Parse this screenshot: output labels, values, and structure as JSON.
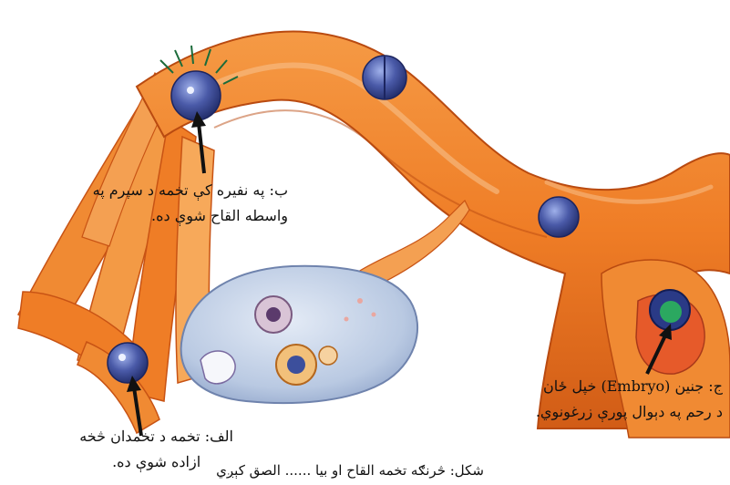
{
  "labels": {
    "a": {
      "line1": "الف: تخمه د تخمدان څخه",
      "line2": "ازاده شوې ده."
    },
    "b": {
      "line1": "ب: په نفیره کې تخمه د سپرم په",
      "line2": "واسطه القاح شوې ده."
    },
    "c": {
      "line1": "ج: جنین (Embryo) خپل ځان",
      "line2": "د رحم په دېوال پورې زرغونوي."
    }
  },
  "caption": "شکل: څرنګه تخمه القاح او بیا ...... الصق کېږي",
  "colors": {
    "tube_orange": "#ef7d26",
    "tube_light": "#f7a95a",
    "tube_dark": "#c85314",
    "ovary": "#b9c9e2",
    "egg": "#3c4f9c",
    "embryo": "#2ba860"
  }
}
